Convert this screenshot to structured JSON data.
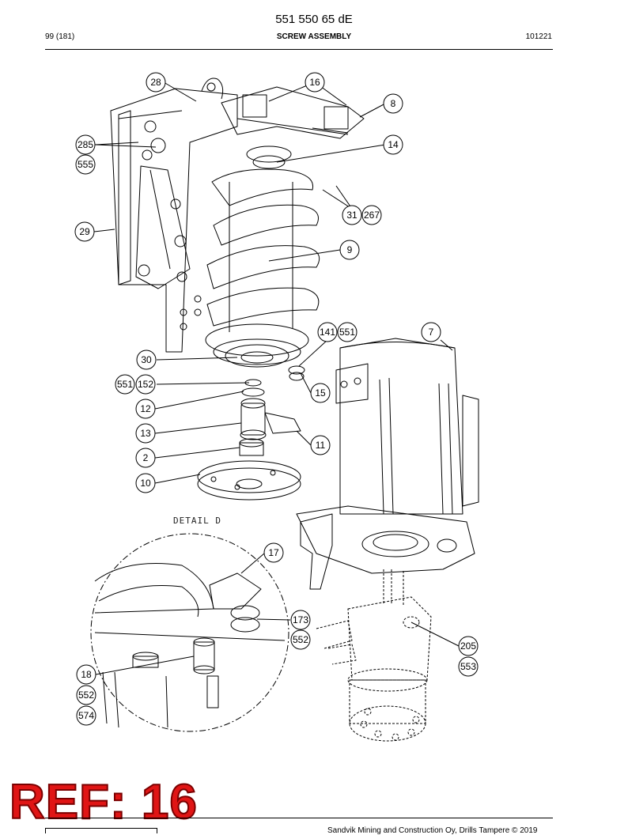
{
  "header": {
    "doc_number": "551 550 65 dE",
    "page": "99 (181)",
    "title": "SCREW ASSEMBLY",
    "code": "101221"
  },
  "detail_label": "DETAIL D",
  "callouts": {
    "c28": "28",
    "c16": "16",
    "c8": "8",
    "c285": "285",
    "c555": "555",
    "c14": "14",
    "c31": "31",
    "c267": "267",
    "c29": "29",
    "c9": "9",
    "c141": "141",
    "c551a": "551",
    "c7": "7",
    "c30": "30",
    "c551b": "551",
    "c152": "152",
    "c15": "15",
    "c12": "12",
    "c13": "13",
    "c11": "11",
    "c2": "2",
    "c10": "10",
    "c17": "17",
    "c173": "173",
    "c552a": "552",
    "c205": "205",
    "c553": "553",
    "c18": "18",
    "c552b": "552",
    "c574": "574"
  },
  "stamp": "REF: 16",
  "footer": "Sandvik Mining and Construction Oy, Drills Tampere © 2019"
}
